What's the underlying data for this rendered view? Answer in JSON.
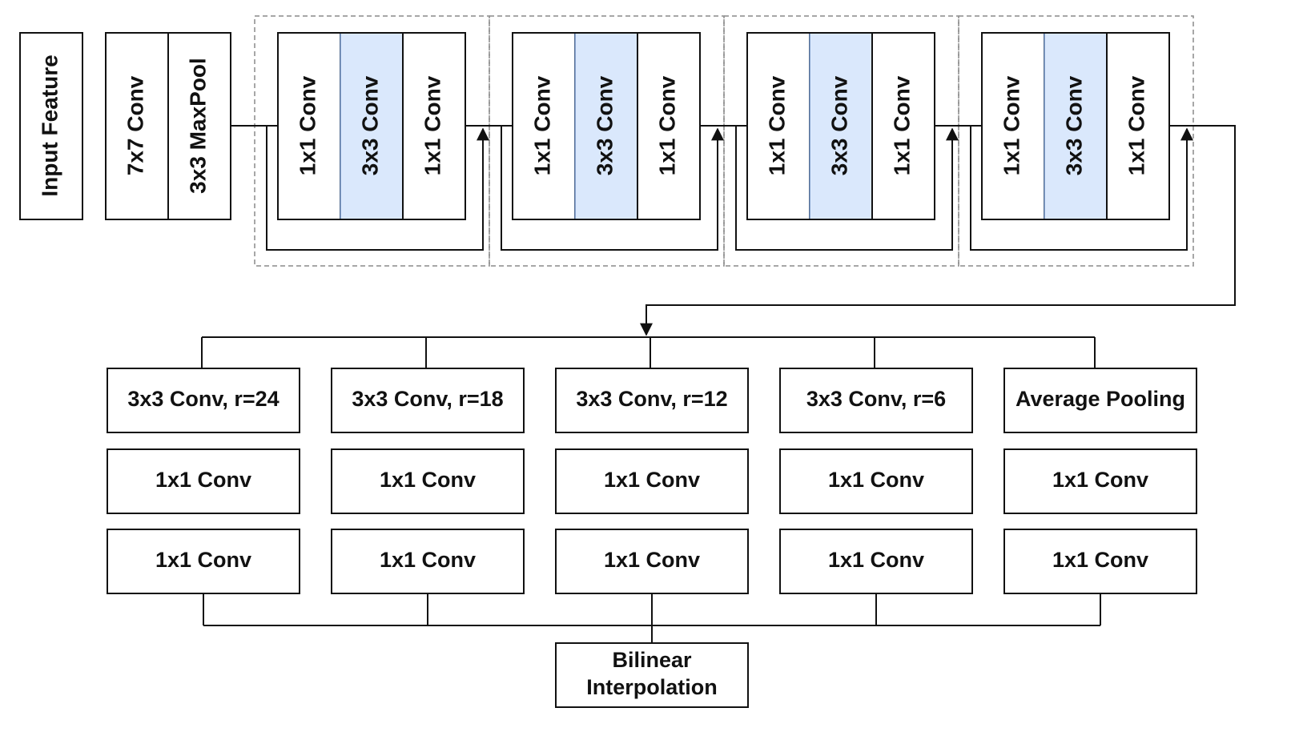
{
  "input_label": "Input Feature",
  "stem": {
    "conv_label": "7x7 Conv",
    "pool_label": "3x3 MaxPool"
  },
  "bottleneck_blocks": [
    {
      "layers": [
        "1x1 Conv",
        "3x3 Conv",
        "1x1 Conv"
      ]
    },
    {
      "layers": [
        "1x1 Conv",
        "3x3 Conv",
        "1x1 Conv"
      ]
    },
    {
      "layers": [
        "1x1 Conv",
        "3x3 Conv",
        "1x1 Conv"
      ]
    },
    {
      "layers": [
        "1x1 Conv",
        "3x3 Conv",
        "1x1 Conv"
      ]
    }
  ],
  "aspp_branches": [
    {
      "layers": [
        "3x3 Conv, r=24",
        "1x1 Conv",
        "1x1 Conv"
      ]
    },
    {
      "layers": [
        "3x3 Conv, r=18",
        "1x1 Conv",
        "1x1 Conv"
      ]
    },
    {
      "layers": [
        "3x3 Conv, r=12",
        "1x1 Conv",
        "1x1 Conv"
      ]
    },
    {
      "layers": [
        "3x3 Conv, r=6",
        "1x1 Conv",
        "1x1 Conv"
      ]
    },
    {
      "layers": [
        "Average Pooling",
        "1x1 Conv",
        "1x1 Conv"
      ]
    }
  ],
  "output": {
    "line1": "Bilinear",
    "line2": "Interpolation"
  },
  "colors": {
    "highlight_fill": "#dae8fc",
    "highlight_stroke": "#6c8ebf",
    "line": "#111111",
    "group_border": "#8a8a8a"
  }
}
